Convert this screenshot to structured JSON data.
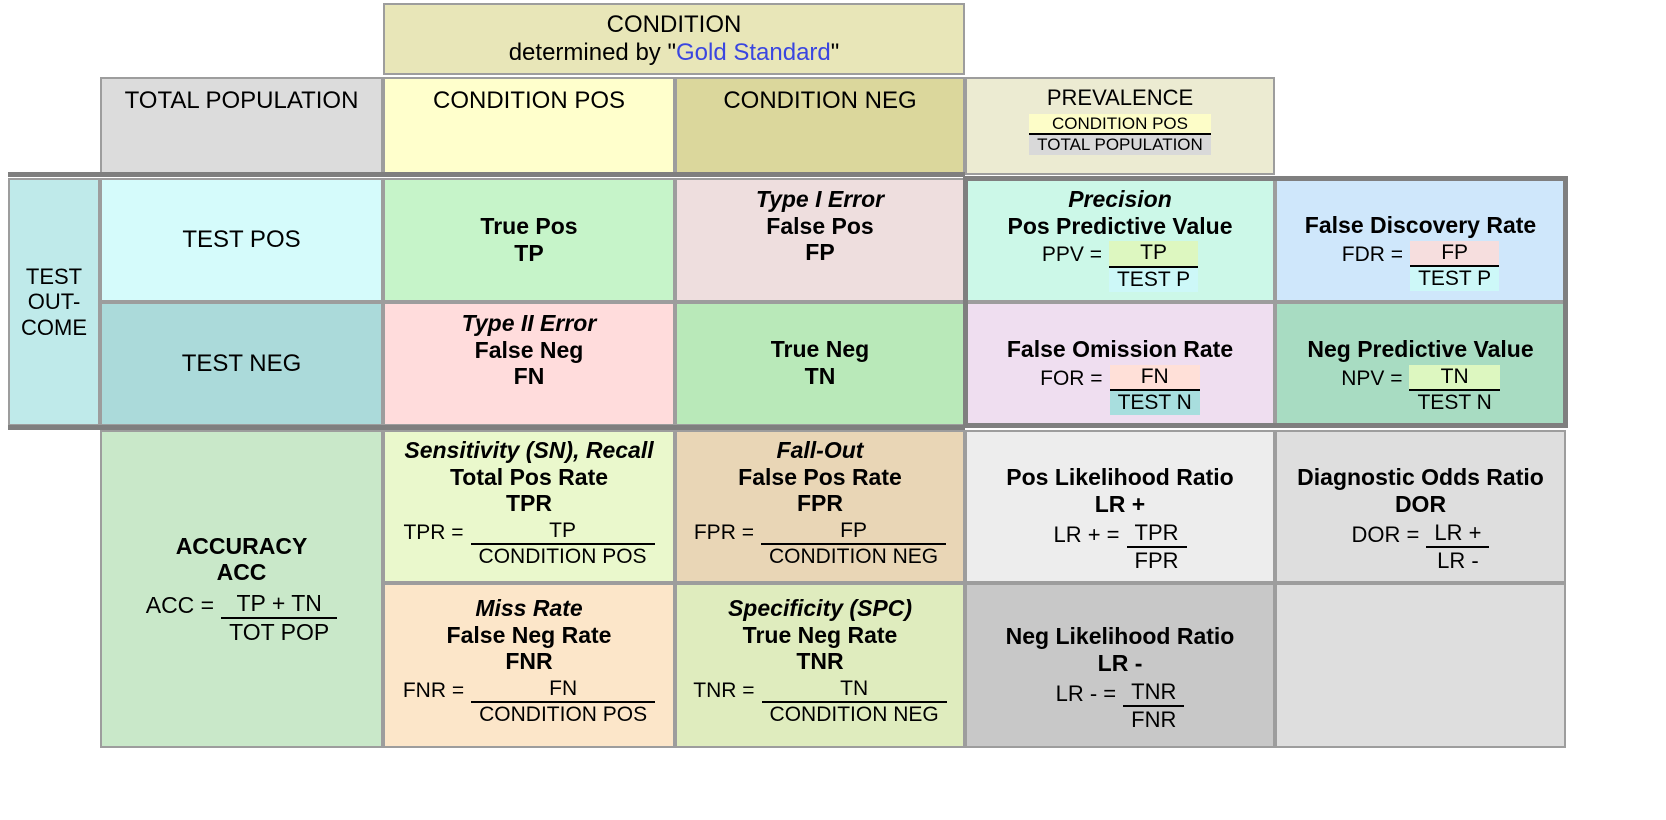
{
  "title": "Diagnostic testing / confusion matrix reference table",
  "header": {
    "condition_title_line1": "CONDITION",
    "condition_title_line2_pre": "determined by \"",
    "condition_title_gold": "Gold Standard",
    "condition_title_post": "\"",
    "total_population": "TOTAL POPULATION",
    "condition_pos": "CONDITION POS",
    "condition_neg": "CONDITION NEG",
    "prevalence": {
      "label": "PREVALENCE",
      "numerator": "CONDITION POS",
      "denominator": "TOTAL POPULATION"
    }
  },
  "side": {
    "test_outcome": "TEST\nOUT-\nCOME",
    "test_outcome_l1": "TEST",
    "test_outcome_l2": "OUT-",
    "test_outcome_l3": "COME",
    "test_pos": "TEST POS",
    "test_neg": "TEST NEG"
  },
  "matrix": {
    "tp": {
      "name": "True Pos",
      "abbr": "TP"
    },
    "fp": {
      "alias": "Type I Error",
      "name": "False Pos",
      "abbr": "FP"
    },
    "fn": {
      "alias": "Type II Error",
      "name": "False Neg",
      "abbr": "FN"
    },
    "tn": {
      "name": "True Neg",
      "abbr": "TN"
    }
  },
  "right_col_1": {
    "ppv": {
      "alias": "Precision",
      "name": "Pos Predictive Value",
      "eq_label": "PPV =",
      "numerator": "TP",
      "denominator": "TEST P"
    },
    "fdr": {
      "name": "False Discovery Rate",
      "eq_label": "FDR =",
      "numerator": "FP",
      "denominator": "TEST P"
    },
    "for": {
      "name": "False Omission Rate",
      "eq_label": "FOR =",
      "numerator": "FN",
      "denominator": "TEST N"
    },
    "npv": {
      "name": "Neg Predictive Value",
      "eq_label": "NPV =",
      "numerator": "TN",
      "denominator": "TEST N"
    }
  },
  "bottom": {
    "accuracy": {
      "name": "ACCURACY",
      "abbr": "ACC",
      "eq_label": "ACC =",
      "numerator": "TP + TN",
      "denominator": "TOT POP"
    },
    "tpr": {
      "alias": "Sensitivity (SN), Recall",
      "name": "Total Pos Rate",
      "abbr": "TPR",
      "eq_label": "TPR =",
      "numerator": "TP",
      "denominator": "CONDITION POS"
    },
    "fpr": {
      "alias": "Fall-Out",
      "name": "False Pos Rate",
      "abbr": "FPR",
      "eq_label": "FPR =",
      "numerator": "FP",
      "denominator": "CONDITION NEG"
    },
    "fnr": {
      "alias": "Miss Rate",
      "name": "False Neg Rate",
      "abbr": "FNR",
      "eq_label": "FNR =",
      "numerator": "FN",
      "denominator": "CONDITION POS"
    },
    "tnr": {
      "alias": "Specificity (SPC)",
      "name": "True Neg Rate",
      "abbr": "TNR",
      "eq_label": "TNR =",
      "numerator": "TN",
      "denominator": "CONDITION NEG"
    },
    "lr_pos": {
      "name": "Pos Likelihood Ratio",
      "abbr": "LR +",
      "eq_label": "LR +  =",
      "numerator": "TPR",
      "denominator": "FPR"
    },
    "lr_neg": {
      "name": "Neg Likelihood Ratio",
      "abbr": "LR -",
      "eq_label": "LR -  =",
      "numerator": "TNR",
      "denominator": "FNR"
    },
    "dor": {
      "name": "Diagnostic Odds Ratio",
      "abbr": "DOR",
      "eq_label": "DOR =",
      "numerator": "LR +",
      "denominator": "LR -"
    }
  },
  "colors": {
    "header_condition": "#e8e6b8",
    "condition_pos": "#ffffcc",
    "condition_neg": "#dbd79c",
    "total_population": "#dcdcdc",
    "prevalence": "#ecebd2",
    "test_outcome": "#bfeaea",
    "test_pos": "#d5fbfb",
    "test_neg": "#abdada",
    "tp": "#c6f4c9",
    "fp": "#eedede",
    "fn": "#ffdcdc",
    "tn": "#b9e9b9",
    "ppv": "#ccf8e8",
    "fdr": "#cfe7fb",
    "for": "#efdef0",
    "npv": "#a8dcc2",
    "accuracy": "#c9e8c9",
    "tpr": "#eaf8cc",
    "fpr": "#e9d6b6",
    "fnr": "#fce6c9",
    "tnr": "#dfecbe",
    "lr_pos": "#ededed",
    "lr_neg": "#c8c8c8",
    "dor": "#dedede",
    "empty": "#dedede",
    "border": "#9d9d9d",
    "thick_border": "#7f7f7f",
    "gold_standard_text": "#3a46e0"
  }
}
